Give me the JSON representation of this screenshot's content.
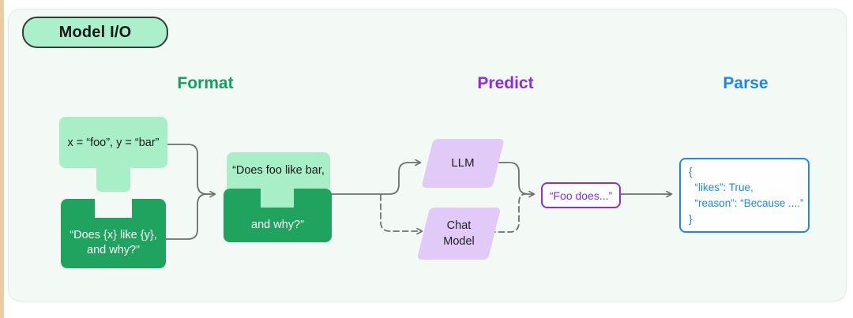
{
  "badge": {
    "label": "Model I/O"
  },
  "headings": {
    "format": {
      "label": "Format",
      "color": "#13a05a"
    },
    "predict": {
      "label": "Predict",
      "color": "#8f2be2"
    },
    "parse": {
      "label": "Parse",
      "color": "#1f87e6"
    }
  },
  "format_stage": {
    "input_values_piece": "x = “foo”, y = “bar”",
    "prompt_template_piece": {
      "line1": "“Does {x} like {y},",
      "line2": "and why?”"
    },
    "formatted_prompt_piece": {
      "line1": "“Does foo like bar,",
      "line2": "and why?”"
    }
  },
  "predict_stage": {
    "llm_node": "LLM",
    "chat_model_node": {
      "line1": "Chat",
      "line2": "Model"
    },
    "model_output": "“Foo does...”"
  },
  "parse_stage": {
    "json_output": {
      "line1": "{",
      "line2": "  “likes”: True,",
      "line3": "  “reason”: “Because ....”",
      "line4": "}"
    }
  },
  "colors": {
    "mint_green": "#a8eec7",
    "dark_green": "#1fa35f",
    "badge_fill": "#abefcb",
    "lavender": "#e1c9f8",
    "purple_accent": "#8b2fd9",
    "blue_accent": "#1f87e6",
    "green_accent": "#13a05a",
    "wire_gray": "#6f6f6f",
    "card_background": "#f3faf5",
    "edge_strip_tan": "#e9cba4"
  }
}
